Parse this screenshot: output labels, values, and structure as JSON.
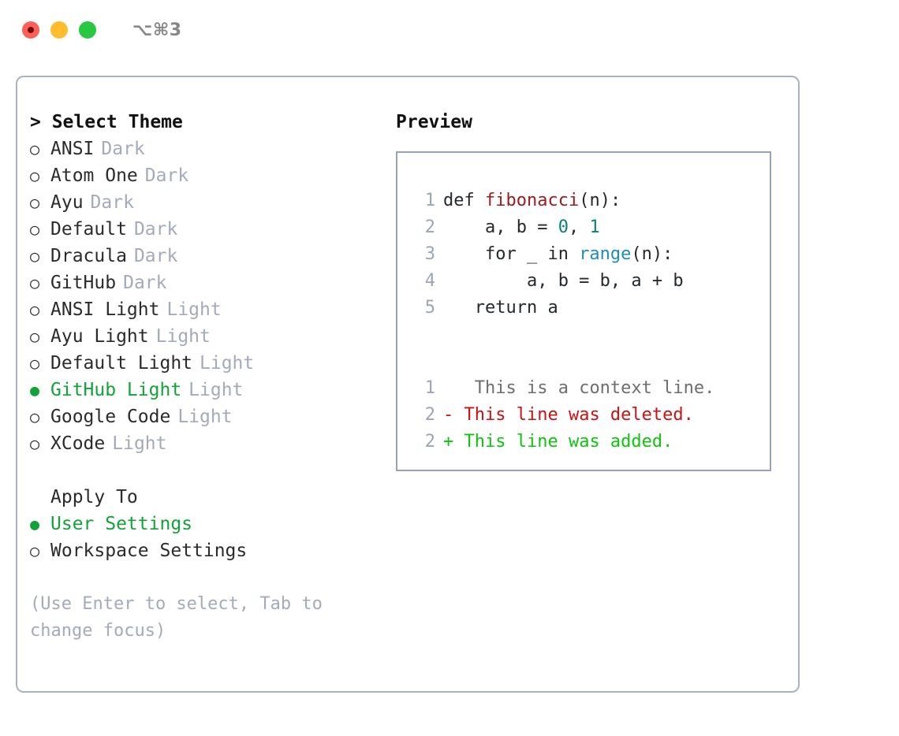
{
  "window": {
    "title": "⌥⌘3",
    "traffic_lights": [
      {
        "name": "close",
        "color": "#ff5f57"
      },
      {
        "name": "minimize",
        "color": "#febc2e"
      },
      {
        "name": "maximize",
        "color": "#28c840"
      }
    ]
  },
  "theme_picker": {
    "heading": "> Select Theme",
    "selected_theme": "GitHub Light",
    "bullet_unselected": "○",
    "bullet_selected": "●",
    "accent_color": "#12a338",
    "items": [
      {
        "bullet": "○",
        "label": "ANSI",
        "tag": "Dark",
        "selected": false
      },
      {
        "bullet": "○",
        "label": "Atom One",
        "tag": "Dark",
        "selected": false
      },
      {
        "bullet": "○",
        "label": "Ayu",
        "tag": "Dark",
        "selected": false
      },
      {
        "bullet": "○",
        "label": "Default",
        "tag": "Dark",
        "selected": false
      },
      {
        "bullet": "○",
        "label": "Dracula",
        "tag": "Dark",
        "selected": false
      },
      {
        "bullet": "○",
        "label": "GitHub",
        "tag": "Dark",
        "selected": false
      },
      {
        "bullet": "○",
        "label": "ANSI Light",
        "tag": "Light",
        "selected": false
      },
      {
        "bullet": "○",
        "label": "Ayu Light",
        "tag": "Light",
        "selected": false
      },
      {
        "bullet": "○",
        "label": "Default Light",
        "tag": "Light",
        "selected": false
      },
      {
        "bullet": "●",
        "label": "GitHub Light",
        "tag": "Light",
        "selected": true
      },
      {
        "bullet": "○",
        "label": "Google Code",
        "tag": "Light",
        "selected": false
      },
      {
        "bullet": "○",
        "label": "XCode",
        "tag": "Light",
        "selected": false
      }
    ]
  },
  "apply_to": {
    "heading": "Apply To",
    "selected_target": "User Settings",
    "items": [
      {
        "bullet": "●",
        "label": "User Settings",
        "selected": true
      },
      {
        "bullet": "○",
        "label": "Workspace Settings",
        "selected": false
      }
    ]
  },
  "hint": "(Use Enter to select, Tab to change focus)",
  "preview": {
    "heading": "Preview",
    "code_lines": [
      {
        "lineno": "1",
        "tokens": [
          {
            "text": "def ",
            "kind": "plain"
          },
          {
            "text": "fibonacci",
            "kind": "fn"
          },
          {
            "text": "(n):",
            "kind": "plain"
          }
        ]
      },
      {
        "lineno": "2",
        "tokens": [
          {
            "text": "    a, b = ",
            "kind": "plain"
          },
          {
            "text": "0",
            "kind": "num"
          },
          {
            "text": ", ",
            "kind": "plain"
          },
          {
            "text": "1",
            "kind": "num"
          }
        ]
      },
      {
        "lineno": "3",
        "tokens": [
          {
            "text": "    for _ in ",
            "kind": "plain"
          },
          {
            "text": "range",
            "kind": "call"
          },
          {
            "text": "(n):",
            "kind": "plain"
          }
        ]
      },
      {
        "lineno": "4",
        "tokens": [
          {
            "text": "        a, b = b, a + b",
            "kind": "plain"
          }
        ]
      },
      {
        "lineno": "5",
        "tokens": [
          {
            "text": "   return a",
            "kind": "plain"
          }
        ]
      }
    ],
    "diff_lines": [
      {
        "lineno": "1",
        "marker": "  ",
        "text": " This is a context line.",
        "kind": "ctx"
      },
      {
        "lineno": "2",
        "marker": "- ",
        "text": "This line was deleted.",
        "kind": "del"
      },
      {
        "lineno": "2",
        "marker": "+ ",
        "text": "This line was added.",
        "kind": "add"
      }
    ],
    "colors": {
      "function": "#9b1c1c",
      "number": "#0a8276",
      "builtin_call": "#1d8cc4",
      "plain": "#24292e",
      "line_number": "#9aa6b5",
      "diff_context": "#6e6e6e",
      "diff_deleted": "#cc1111",
      "diff_added": "#0ec40e",
      "border": "#98a2b3"
    }
  }
}
